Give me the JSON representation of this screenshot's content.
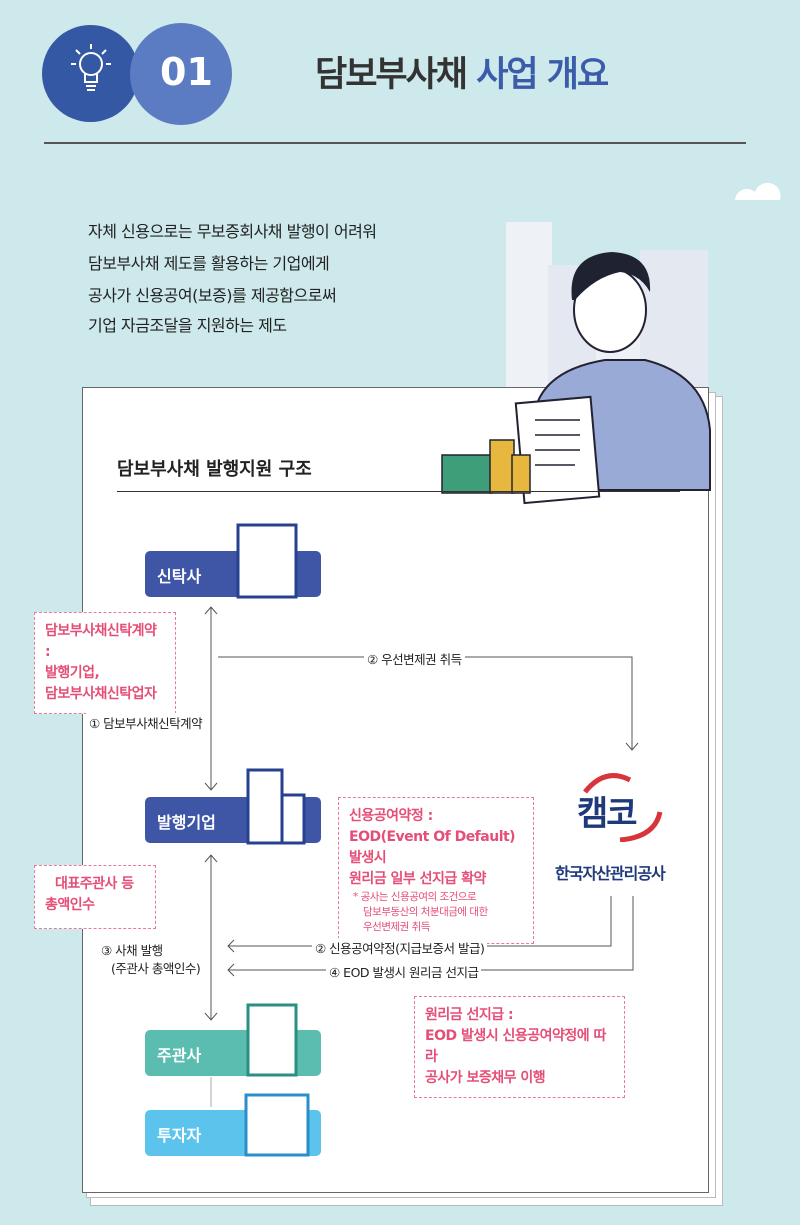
{
  "header": {
    "number": "01",
    "title_dark": "담보부사채",
    "title_blue": "사업 개요",
    "icon": "lightbulb-icon"
  },
  "intro": [
    "자체 신용으로는 무보증회사채 발행이 어려워",
    "담보부사채 제도를 활용하는 기업에게",
    "공사가 신용공여(보증)를 제공함으로써",
    "기업 자금조달을 지원하는 제도"
  ],
  "diagram": {
    "title": "담보부사채 발행지원 구조",
    "boxes": {
      "trust": "신탁사",
      "issuer": "발행기업",
      "underwriter": "주관사",
      "investor": "투자자"
    },
    "callouts": {
      "trust_contract": [
        "담보부사채신탁계약 :",
        "발행기업,",
        "담보부사채신탁업자"
      ],
      "lead_manager": [
        "대표주관사 등",
        "총액인수"
      ],
      "credit_agreement": [
        "신용공여약정 :",
        "EOD(Event Of Default) 발생시",
        "원리금 일부 선지급 확약"
      ],
      "credit_note": [
        "* 공사는 신용공여의 조건으로",
        "담보부동산의 처분대금에 대한",
        "우선변제권 취득"
      ],
      "advance_payment": [
        "원리금 선지급 :",
        "EOD 발생시 신용공여약정에 따라",
        "공사가 보증채무 이행"
      ]
    },
    "labels": {
      "step1": "① 담보부사채신탁계약",
      "step2a": "② 우선변제권 취득",
      "step2b": "② 신용공여약정(지급보증서 발급)",
      "step3a": "③ 사채 발행",
      "step3b": "(주관사 총액인수)",
      "step4": "④ EOD 발생시 원리금 선지급"
    },
    "kamco": {
      "logo": "캠코",
      "name": "한국자산관리공사"
    }
  },
  "colors": {
    "navy": "#3f56a6",
    "teal": "#5bbcb0",
    "sky": "#5bc3ec",
    "pink": "#e54e76"
  }
}
